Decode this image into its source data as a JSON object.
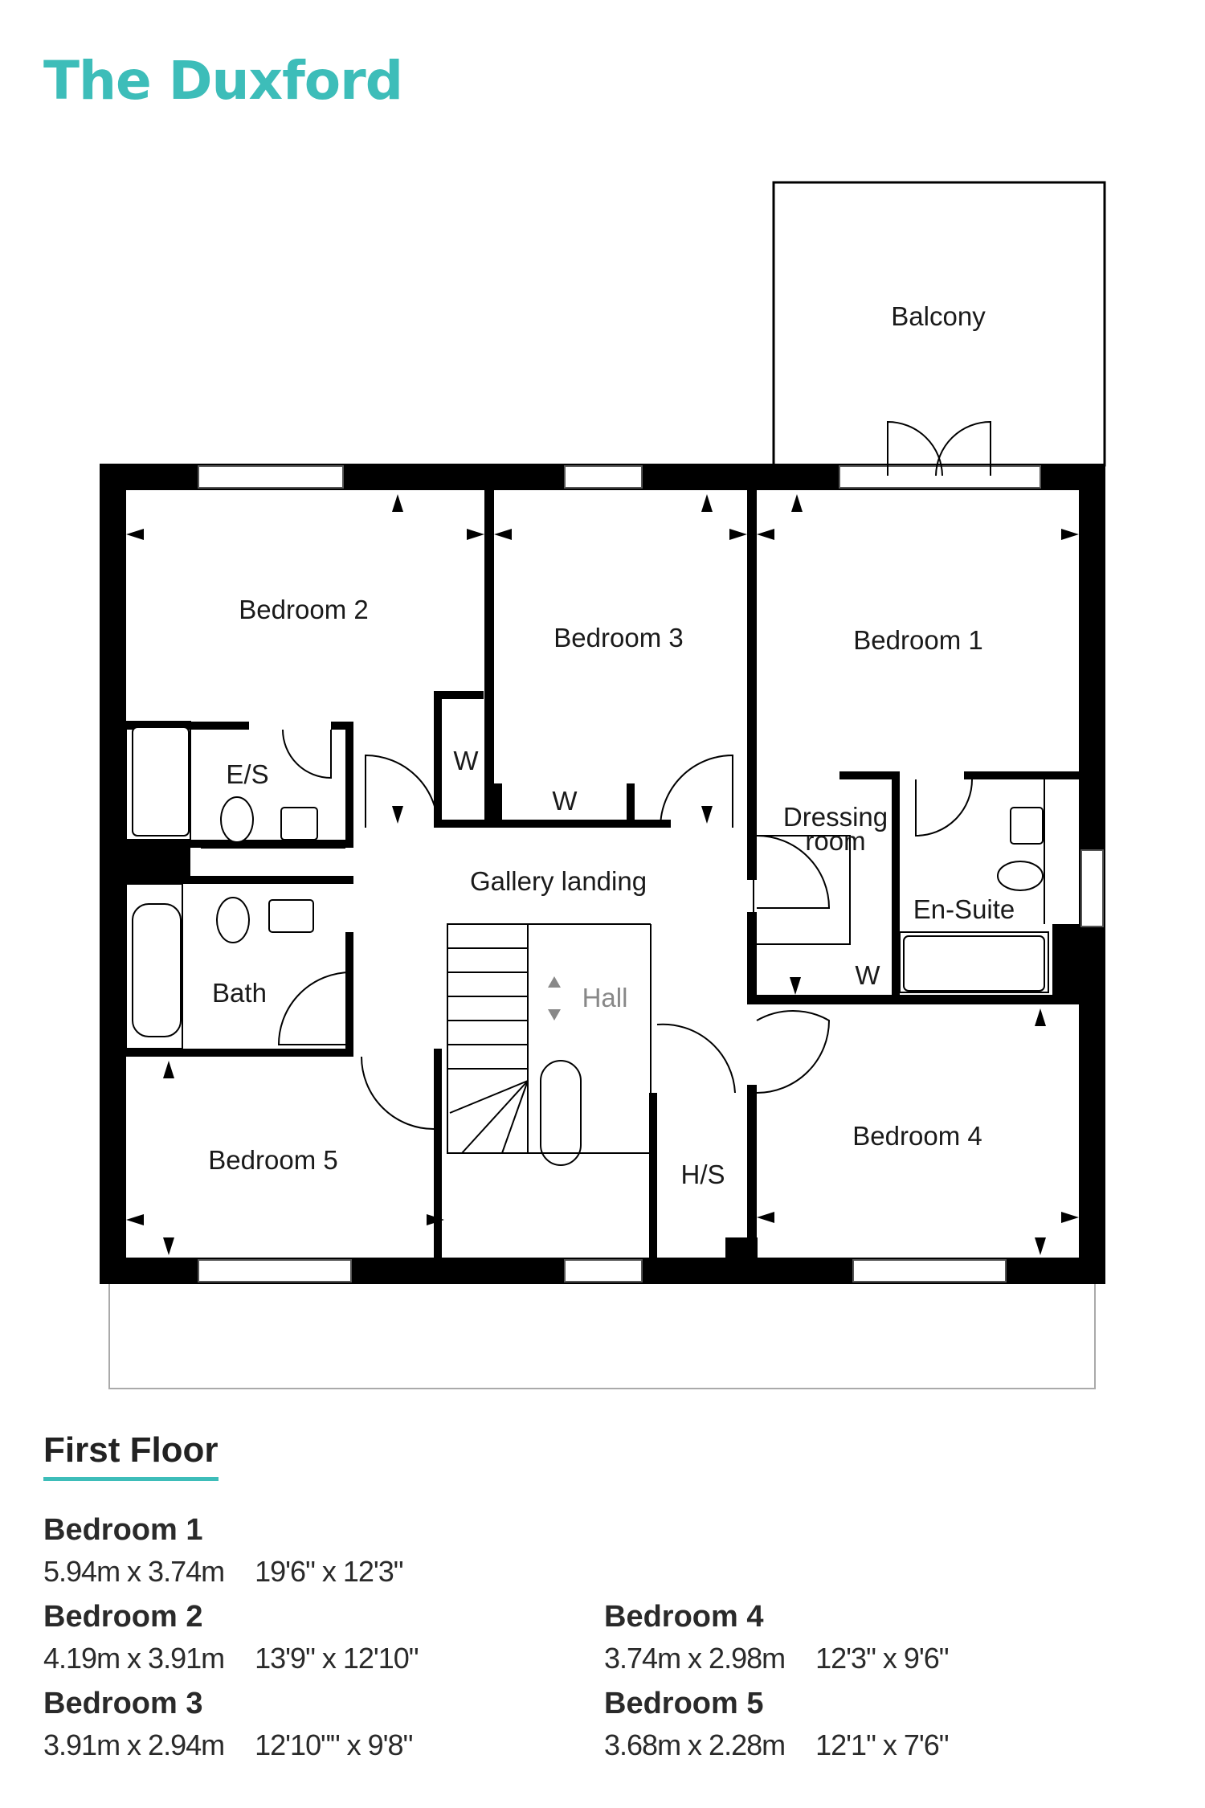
{
  "header": {
    "title": "The Duxford"
  },
  "colors": {
    "accent": "#3dbdb9",
    "wall": "#000000",
    "text": "#1a1a1a"
  },
  "plan": {
    "rooms": {
      "balcony": "Balcony",
      "bedroom_2": "Bedroom 2",
      "bedroom_3": "Bedroom 3",
      "bedroom_1": "Bedroom 1",
      "es": "E/S",
      "w_left": "W",
      "w_mid": "W",
      "dressing_line1": "Dressing",
      "dressing_line2": "room",
      "gallery_landing": "Gallery landing",
      "en_suite": "En-Suite",
      "bath": "Bath",
      "hall": "Hall",
      "w_right": "W",
      "bedroom_5": "Bedroom 5",
      "hs": "H/S",
      "bedroom_4": "Bedroom 4"
    }
  },
  "floor": {
    "heading": "First Floor"
  },
  "dimensions": [
    {
      "name": "Bedroom 1",
      "metric": "5.94m x 3.74m",
      "imperial": "19'6\" x 12'3\""
    },
    {
      "name": "Bedroom 2",
      "metric": "4.19m x 3.91m",
      "imperial": "13'9\" x 12'10\""
    },
    {
      "name": "Bedroom 3",
      "metric": "3.91m x 2.94m",
      "imperial": "12'10\"\" x 9'8\""
    },
    {
      "name": "Bedroom 4",
      "metric": "3.74m x 2.98m",
      "imperial": "12'3\" x 9'6\""
    },
    {
      "name": "Bedroom 5",
      "metric": "3.68m x 2.28m",
      "imperial": "12'1\" x 7'6\""
    }
  ]
}
